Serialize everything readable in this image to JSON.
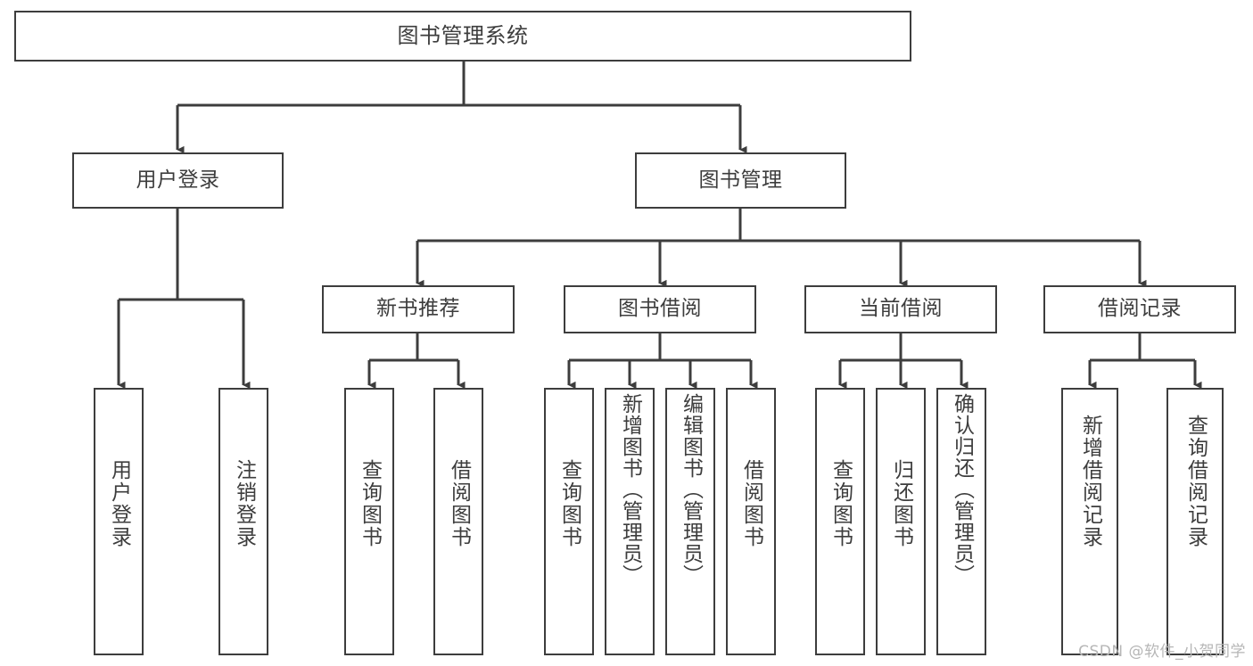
{
  "diagram": {
    "title": "图书管理系统",
    "type": "tree-hierarchy-chart",
    "colors": {
      "stroke": "#3d3d3d",
      "fill": "#ffffff",
      "text": "#3d3d3d",
      "watermark": "#b6b6b6"
    },
    "root": {
      "label": "图书管理系统"
    },
    "level2": [
      {
        "label": "用户登录"
      },
      {
        "label": "图书管理"
      }
    ],
    "level3": [
      {
        "label": "新书推荐"
      },
      {
        "label": "图书借阅"
      },
      {
        "label": "当前借阅"
      },
      {
        "label": "借阅记录"
      }
    ],
    "leaves": {
      "user_login": [
        {
          "label": "用户登录"
        },
        {
          "label": "注销登录"
        }
      ],
      "new_book_recommend": [
        {
          "label": "查询图书"
        },
        {
          "label": "借阅图书"
        }
      ],
      "book_borrow": [
        {
          "label": "查询图书"
        },
        {
          "label": "新增图书（管理员）"
        },
        {
          "label": "编辑图书（管理员）"
        },
        {
          "label": "借阅图书"
        }
      ],
      "current_borrow": [
        {
          "label": "查询图书"
        },
        {
          "label": "归还图书"
        },
        {
          "label": "确认归还（管理员）"
        }
      ],
      "borrow_records": [
        {
          "label": "新增借阅记录"
        },
        {
          "label": "查询借阅记录"
        }
      ]
    }
  },
  "watermark": {
    "text": "CSDN @软件_小贺同学"
  }
}
